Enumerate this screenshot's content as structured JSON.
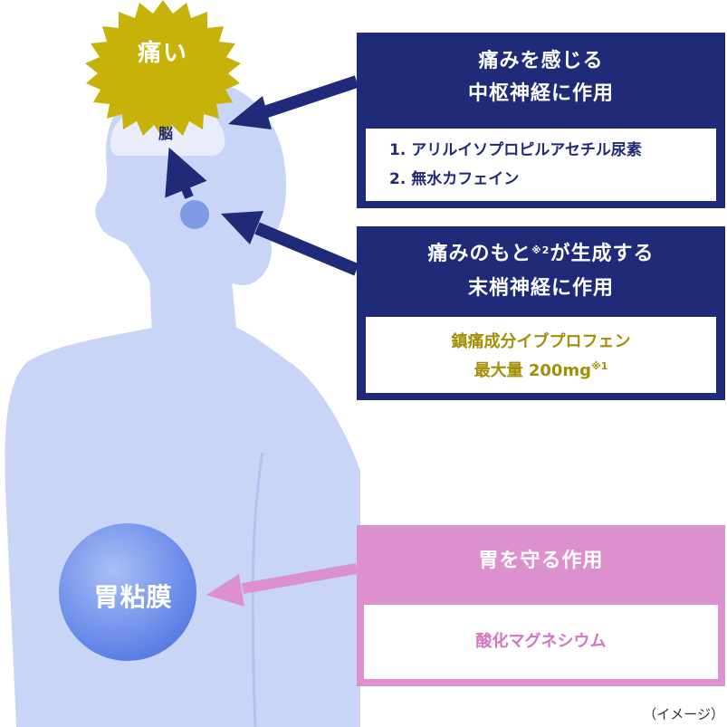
{
  "pain_label": "痛い",
  "brain_label": "脳",
  "mucosa_label": "胃粘膜",
  "central_box": {
    "title_line1": "痛みを感じる",
    "title_line2": "中枢神経に作用",
    "item1": "1. アリルイソプロピルアセチル尿素",
    "item2": "2. 無水カフェイン"
  },
  "peripheral_box": {
    "title_line1_a": "痛みのもと",
    "title_line1_sup": "※2",
    "title_line1_b": "が生成する",
    "title_line2": "末梢神経に作用",
    "ingredient": "鎮痛成分イブプロフェン",
    "dose_text": "最大量 200mg",
    "dose_sup": "※1"
  },
  "stomach_box": {
    "title": "胃を守る作用",
    "ingredient": "酸化マグネシウム"
  },
  "caption": "（イメージ）",
  "colors": {
    "navy": "#1f2a78",
    "gold": "#a38f06",
    "pink": "#dc90ce",
    "silhouette": "#c9d5f7",
    "starburst": "#c7b20a"
  }
}
